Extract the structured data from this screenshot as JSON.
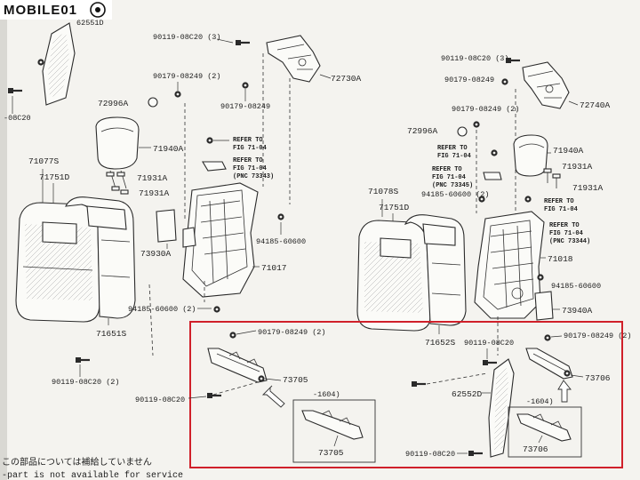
{
  "watermark": "MOBILE01",
  "highlight_color": "#d0202a",
  "labels": {
    "l_62551d": "62551D",
    "l_90119_08c20_3a": "90119-08C20 (3)",
    "l_90179_08249_2a": "90179-08249 (2)",
    "l_72730a": "72730A",
    "l_72996a_l": "72996A",
    "l_90179_08249_a": "90179-08249",
    "l_08c20_edge": "-08C20",
    "l_refer_1": "REFER TO",
    "l_refer_1b": "FIG 71-04",
    "l_refer_2": "REFER TO",
    "l_refer_2b": "FIG 71-04",
    "l_refer_2c": "(PNC 73343)",
    "l_71940a_l": "71940A",
    "l_71931a_l1": "71931A",
    "l_71931a_l2": "71931A",
    "l_71077s": "71077S",
    "l_71751d_l": "71751D",
    "l_73930a": "73930A",
    "l_94185_l": "94185-60600",
    "l_71017": "71017",
    "l_94185_60600_2": "94185-60600 (2)",
    "l_71651s": "71651S",
    "l_90119_08c20_2": "90119-08C20 (2)",
    "l_90119_08c20_3b": "90119-08C20 (3)",
    "l_90179_08249_r1": "90179-08249",
    "l_72740a": "72740A",
    "l_90179_08249_2b": "90179-08249 (2)",
    "l_72996a_r": "72996A",
    "l_refer_3": "REFER TO",
    "l_refer_3b": "FIG 71-04",
    "l_refer_4": "REFER TO",
    "l_refer_4b": "FIG 71-04",
    "l_refer_4c": "(PNC 73345)",
    "l_71940a_r": "71940A",
    "l_71931a_r1": "71931A",
    "l_71931a_r2": "71931A",
    "l_refer_5": "REFER TO",
    "l_refer_5b": "FIG 71-04",
    "l_refer_6": "REFER TO",
    "l_refer_6b": "FIG 71-04",
    "l_refer_6c": "(PNC 73344)",
    "l_71078s": "71078S",
    "l_94185_60600_2b": "94185-60600 (2)",
    "l_71751d_r": "71751D",
    "l_71018": "71018",
    "l_94185_r": "94185-60600",
    "l_73940a": "73940A",
    "l_71652s": "71652S",
    "l_90179_08249_2c": "90179-08249 (2)",
    "l_73705a": "73705",
    "l_90119_08c20_a": "90119-08C20",
    "l_1604a": "-1604)",
    "l_73705b": "73705",
    "l_90119_08c20_b": "90119-08C20",
    "l_90179_08249_2d": "90179-08249 (2)",
    "l_73706a": "73706",
    "l_62552d": "62552D",
    "l_1604b": "-1604)",
    "l_73706b": "73706",
    "l_90119_08c20_c": "90119-08C20"
  },
  "footnote_jp": "この部品については補給していません",
  "footnote_en": "-part is not available for service"
}
